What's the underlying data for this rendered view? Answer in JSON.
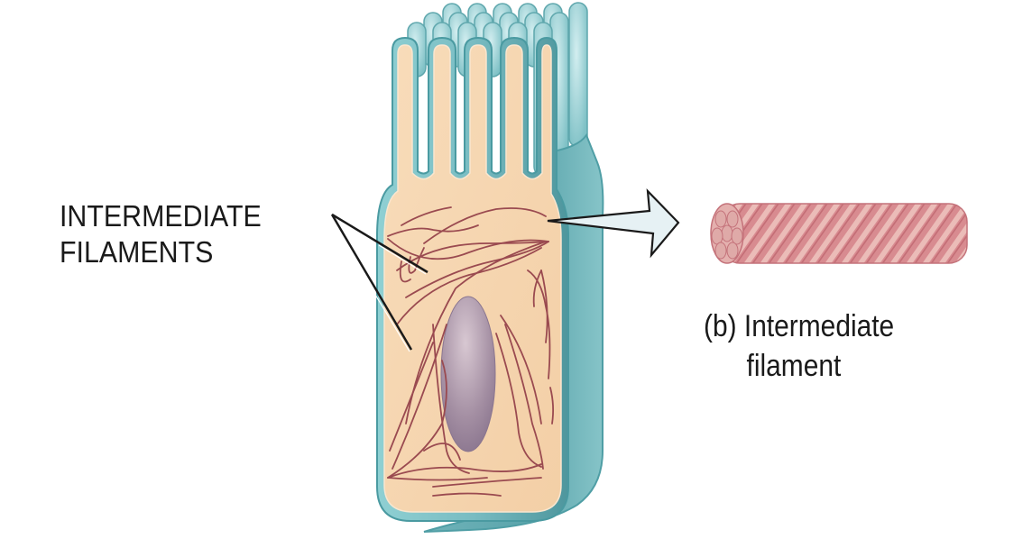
{
  "figure": {
    "callout_label": {
      "line1": "INTERMEDIATE",
      "line2": "FILAMENTS"
    },
    "inset_caption": {
      "line1": "(b) Intermediate",
      "line2": "filament"
    },
    "icons": {
      "cell": "epithelial-cell-with-microvilli-illustration",
      "filament": "twisted-rope-filament-illustration",
      "arrow": "block-arrow-right"
    },
    "colors": {
      "membrane": "#7cbfc4",
      "membrane_dark": "#4f9ea5",
      "cytoplasm": "#f6d6b0",
      "filament_line": "#9a4a50",
      "nucleus": "#9e8a9e",
      "rope": "#d98e92",
      "rope_light": "#e8b7b5",
      "arrow_fill": "#e6f1f4",
      "text": "#1a1a1a"
    }
  }
}
